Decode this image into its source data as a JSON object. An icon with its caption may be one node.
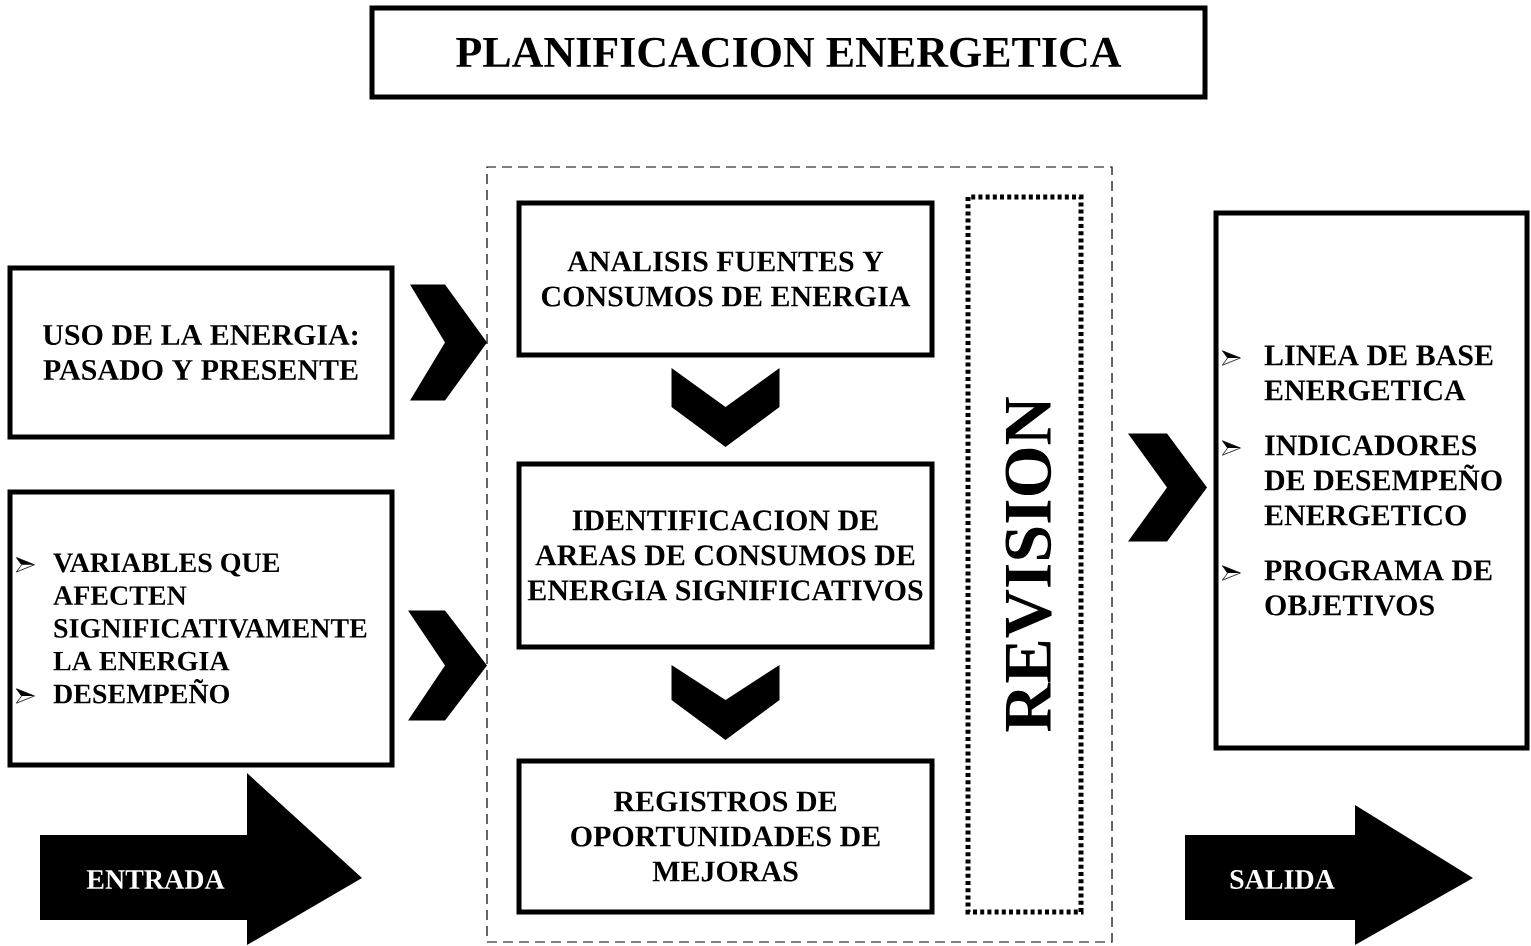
{
  "diagram": {
    "title": "PLANIFICACION ENERGETICA",
    "nodes": [
      {
        "text": [
          "USO DE LA ENERGIA: PASADO Y PRESENTE"
        ]
      },
      {
        "text": [
          "VARIABLES QUE AFECTEN SIGNIFICATIVAMENTE LA ENERGIA",
          "DESEMPEÑO"
        ]
      },
      {
        "text": [],
        "shape": "box"
      },
      {
        "text": [
          "ANALISIS FUENTES Y CONSUMOS DE ENERGIA"
        ],
        "in": 2
      },
      {
        "text": [
          "IDENTIFICACION DE AREAS DE CONSUMOS DE ENERGIA SIGNIFICATIVOS"
        ],
        "in": 2
      },
      {
        "text": [
          "REGISTROS DE OPORTUNIDADES DE MEJORAS"
        ],
        "in": 2
      },
      {
        "text": [
          "REVISION"
        ],
        "in": 2
      },
      {
        "text": [
          "LINEA DE BASE ENERGETICA",
          "INDICADORES DE DESEMPEÑO ENERGETICO",
          "PROGRAMA DE OBJETIVOS"
        ]
      },
      {
        "text": [
          "ENTRADA"
        ]
      },
      {
        "text": [
          "SALIDA"
        ]
      }
    ],
    "edges": [
      {
        "from": 0,
        "to": 2,
        "arrow": "to"
      },
      {
        "from": 1,
        "to": 2,
        "arrow": "to"
      },
      {
        "from": 3,
        "to": 4,
        "arrow": "to"
      },
      {
        "from": 4,
        "to": 5,
        "arrow": "to"
      },
      {
        "from": 2,
        "to": 7,
        "arrow": "to"
      }
    ]
  }
}
